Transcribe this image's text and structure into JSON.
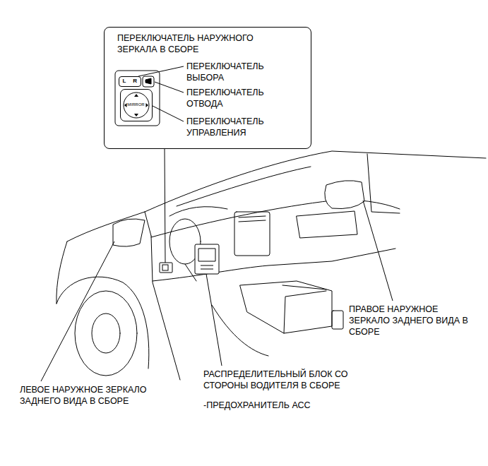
{
  "diagram": {
    "nodes": [
      {
        "text": [
          "ПЕРЕКЛЮЧАТЕЛЬ НАРУЖНОГО ЗЕРКАЛА В СБОРЕ",
          "ПЕРЕКЛЮЧАТЕЛЬ ВЫБОРА",
          "ПЕРЕКЛЮЧАТЕЛЬ ОТВОДА",
          "ПЕРЕКЛЮЧАТЕЛЬ УПРАВЛЕНИЯ"
        ]
      },
      {
        "text": [
          "L",
          "R"
        ],
        "in": 0
      },
      {
        "text": [
          "MIRROR"
        ],
        "in": 0
      }
    ],
    "labels": [
      "ПРАВОЕ НАРУЖНОЕ ЗЕРКАЛО ЗАДНЕГО ВИДА В СБОРЕ",
      "РАСПРЕДЕЛИТЕЛЬНЫЙ БЛОК СО СТОРОНЫ ВОДИТЕЛЯ В СБОРЕ",
      "-ПРЕДОХРАНИТЕЛЬ АСС",
      "ЛЕВОЕ НАРУЖНОЕ ЗЕРКАЛО ЗАДНЕГО ВИДА В СБОРЕ"
    ]
  }
}
